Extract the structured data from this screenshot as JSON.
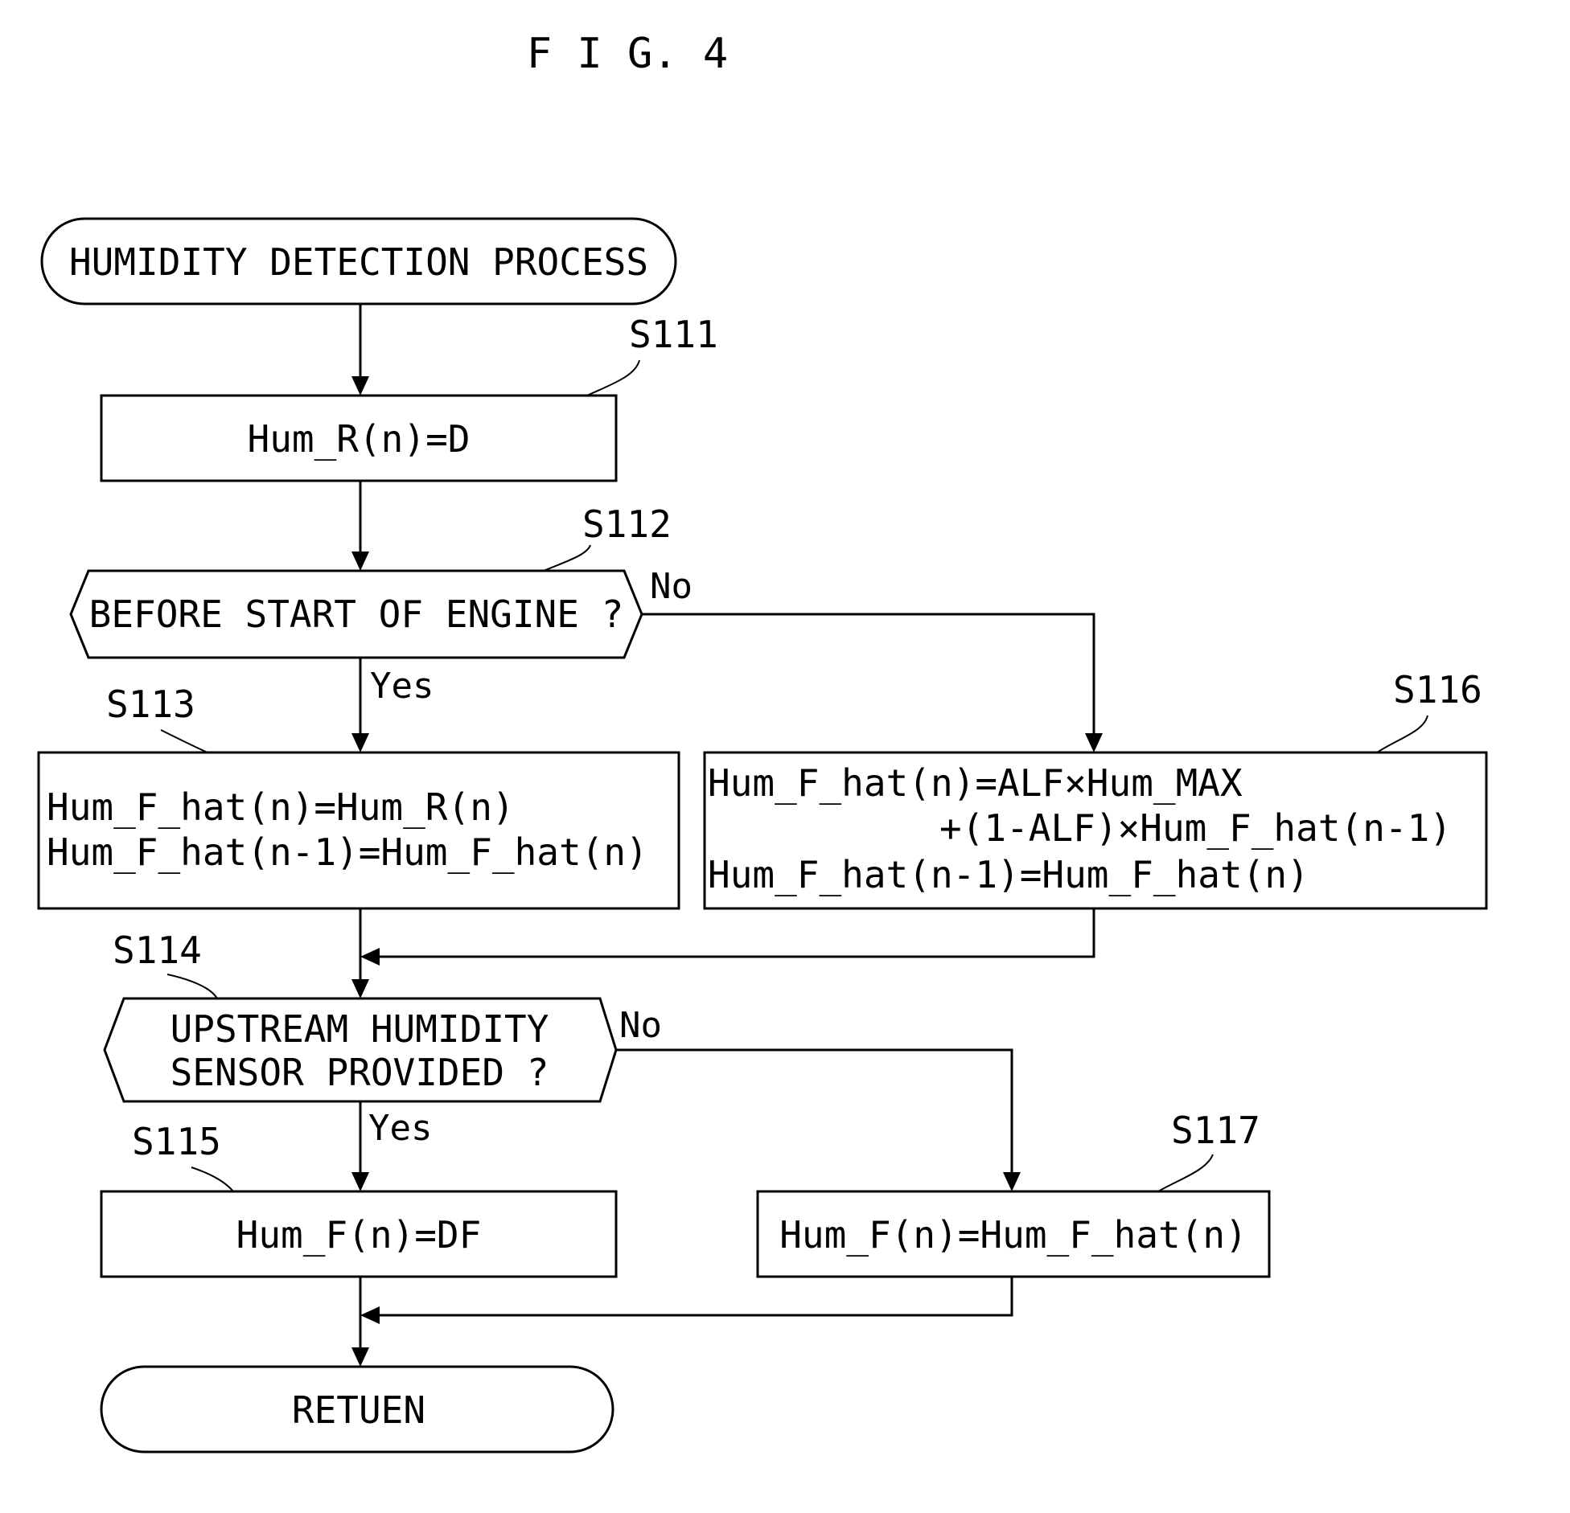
{
  "figure_title": "F I G. 4",
  "start": {
    "label": "HUMIDITY DETECTION PROCESS"
  },
  "end": {
    "label": "RETUEN"
  },
  "steps": {
    "s111": {
      "id": "S111",
      "lines": [
        "Hum_R(n)=D"
      ]
    },
    "s112": {
      "id": "S112",
      "lines": [
        "BEFORE START OF ENGINE ?"
      ],
      "yes": "Yes",
      "no": "No"
    },
    "s113": {
      "id": "S113",
      "lines": [
        "Hum_F_hat(n)=Hum_R(n)",
        "Hum_F_hat(n-1)=Hum_F_hat(n)"
      ]
    },
    "s114": {
      "id": "S114",
      "lines": [
        "UPSTREAM HUMIDITY",
        "SENSOR PROVIDED ?"
      ],
      "yes": "Yes",
      "no": "No"
    },
    "s115": {
      "id": "S115",
      "lines": [
        "Hum_F(n)=DF"
      ]
    },
    "s116": {
      "id": "S116",
      "lines": [
        "Hum_F_hat(n)=ALF×Hum_MAX",
        "+(1-ALF)×Hum_F_hat(n-1)",
        "Hum_F_hat(n-1)=Hum_F_hat(n)"
      ]
    },
    "s117": {
      "id": "S117",
      "lines": [
        "Hum_F(n)=Hum_F_hat(n)"
      ]
    }
  }
}
